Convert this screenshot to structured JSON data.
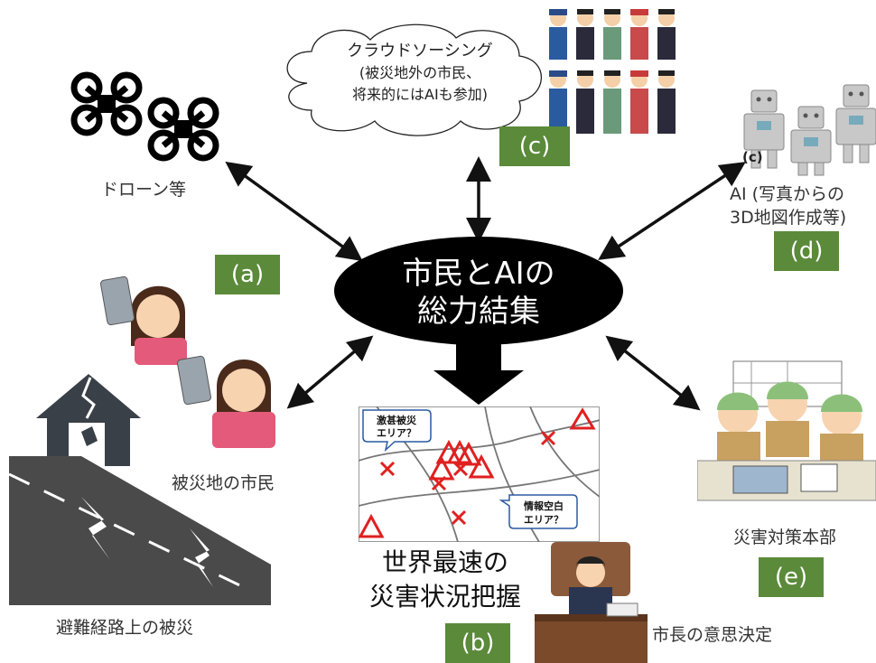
{
  "center": {
    "line1": "市民とAIの",
    "line2": "総力結集"
  },
  "badges": {
    "a": "(a)",
    "b": "(b)",
    "c": "(c)",
    "d": "(d)",
    "e": "(e)",
    "c_small": "(c)"
  },
  "crowd": {
    "title": "クラウドソーシング",
    "line2": "(被災地外の市民、",
    "line3": "将来的にはAIも参加)"
  },
  "drone": {
    "label": "ドローン等"
  },
  "ai": {
    "line1": "AI (写真からの",
    "line2": "3D地図作成等)"
  },
  "citizens": {
    "label": "被災地の市民"
  },
  "road": {
    "label": "避難経路上の被災"
  },
  "map": {
    "callout1_l1": "激甚被災",
    "callout1_l2": "エリア？",
    "callout2_l1": "情報空白",
    "callout2_l2": "エリア？"
  },
  "fastest": {
    "line1": "世界最速の",
    "line2": "災害状況把握"
  },
  "mayor": {
    "label": "市長の意思決定"
  },
  "hq": {
    "label": "災害対策本部"
  },
  "colors": {
    "badge": "#5a8a3a",
    "marker": "#e02020",
    "center": "#000000"
  },
  "icons": [
    "drone-icon",
    "robot-icon",
    "house-icon",
    "road-icon",
    "smartphone-icon",
    "worker-icon",
    "mayor-icon"
  ]
}
